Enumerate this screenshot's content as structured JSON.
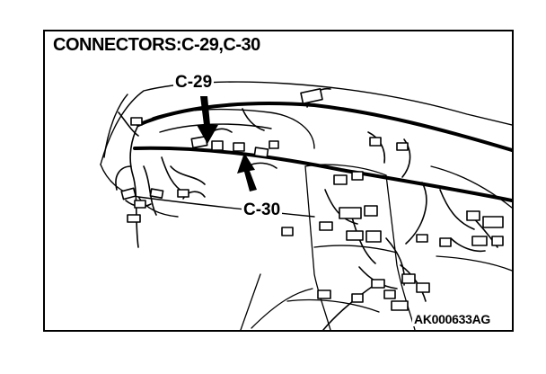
{
  "title": "CONNECTORS:C-29,C-30",
  "callouts": {
    "c29": "C-29",
    "c30": "C-30"
  },
  "figure_code": "AK000633AG",
  "colors": {
    "ink": "#000000",
    "paper": "#ffffff"
  }
}
